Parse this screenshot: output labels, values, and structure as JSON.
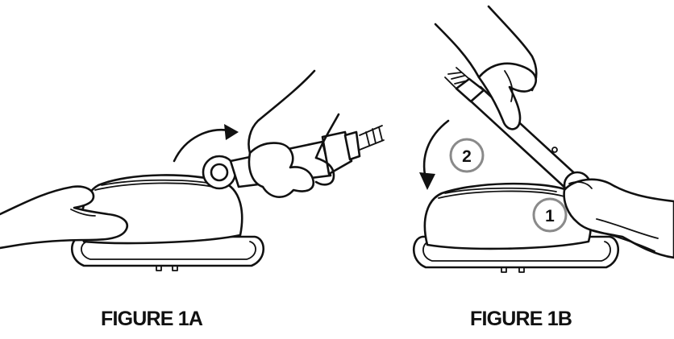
{
  "figures": [
    {
      "caption": "FIGURE 1A"
    },
    {
      "caption": "FIGURE 1B"
    }
  ],
  "steps": [
    "1",
    "2"
  ],
  "colors": {
    "line": "#111111",
    "badge_ring": "#8a8a8a",
    "background": "#ffffff"
  }
}
